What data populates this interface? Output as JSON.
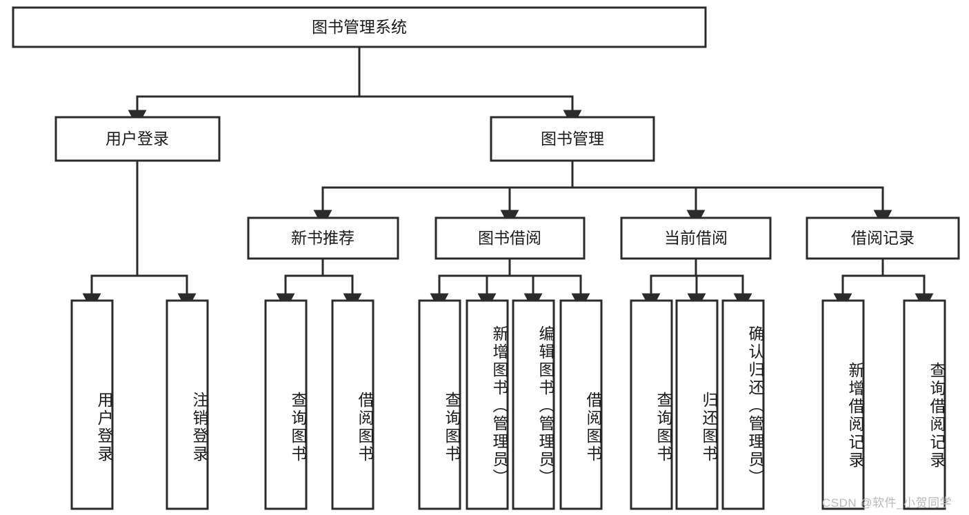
{
  "diagram": {
    "type": "tree",
    "title": "图书管理系统",
    "watermark": "CSDN @软件_小贺同学",
    "colors": {
      "box_stroke": "#2b2b2b",
      "box_fill": "#ffffff",
      "connector": "#2b2b2b",
      "text": "#1a1a1a",
      "watermark": "#b9b9b9",
      "background": "#ffffff"
    },
    "levels": {
      "root": {
        "label": "图书管理系统"
      },
      "level2": [
        {
          "label": "用户登录"
        },
        {
          "label": "图书管理"
        }
      ],
      "level3": [
        {
          "label": "新书推荐"
        },
        {
          "label": "图书借阅"
        },
        {
          "label": "当前借阅"
        },
        {
          "label": "借阅记录"
        }
      ]
    },
    "leaves": {
      "user_login": [
        {
          "label": "用户登录"
        },
        {
          "label": "注销登录"
        }
      ],
      "new_book_recommend": [
        {
          "label": "查询图书"
        },
        {
          "label": "借阅图书"
        }
      ],
      "book_borrow": [
        {
          "label": "查询图书"
        },
        {
          "label": "新增图书（管理员）"
        },
        {
          "label": "编辑图书（管理员）"
        },
        {
          "label": "借阅图书"
        }
      ],
      "current_borrow": [
        {
          "label": "查询图书"
        },
        {
          "label": "归还图书"
        },
        {
          "label": "确认归还（管理员）"
        }
      ],
      "borrow_record": [
        {
          "label": "新增借阅记录"
        },
        {
          "label": "查询借阅记录"
        }
      ]
    }
  }
}
